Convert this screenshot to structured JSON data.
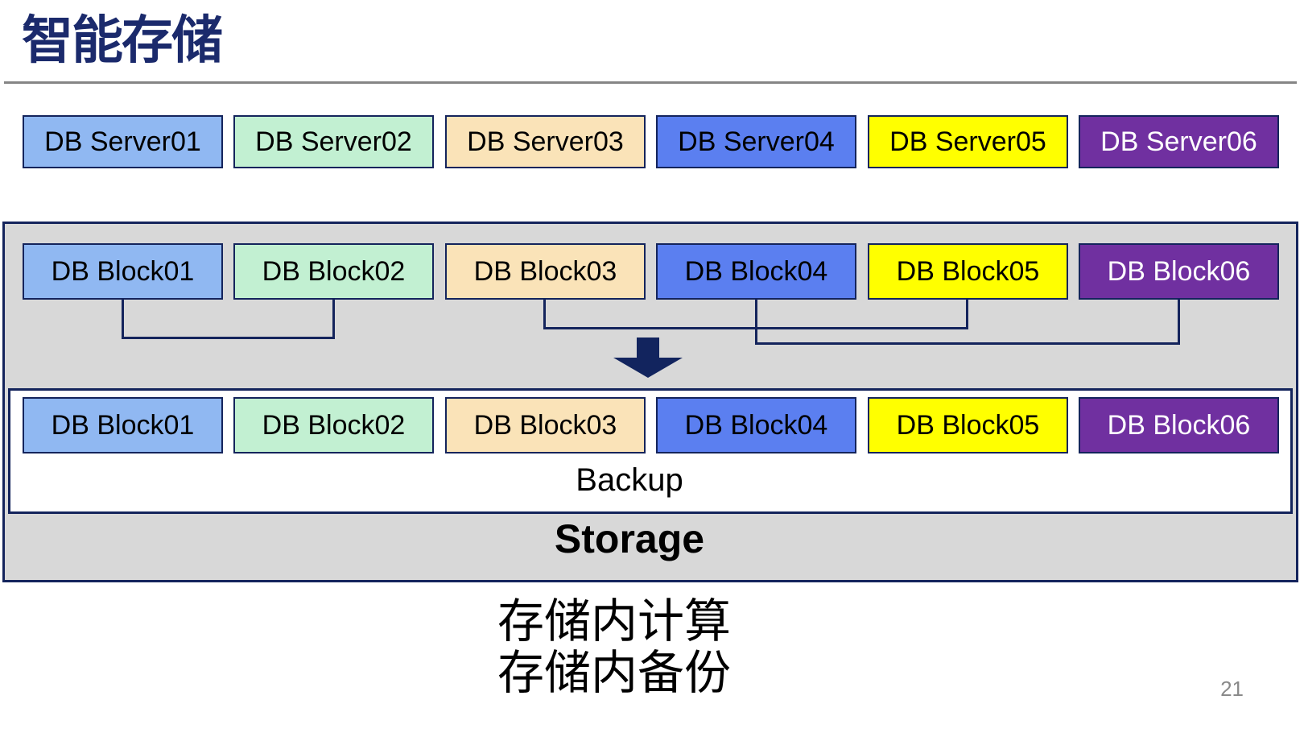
{
  "title": {
    "text": "智能存储"
  },
  "servers": [
    {
      "label": "DB Server01",
      "fill": "#90B8F2",
      "text_color": "#000000"
    },
    {
      "label": "DB Server02",
      "fill": "#C2F0D2",
      "text_color": "#000000"
    },
    {
      "label": "DB Server03",
      "fill": "#FAE3B8",
      "text_color": "#000000"
    },
    {
      "label": "DB Server04",
      "fill": "#5B7FF0",
      "text_color": "#000000"
    },
    {
      "label": "DB Server05",
      "fill": "#FFFF00",
      "text_color": "#000000"
    },
    {
      "label": "DB Server06",
      "fill": "#7030A0",
      "text_color": "#FFFFFF"
    }
  ],
  "storage_unit": {
    "blocks_top": [
      {
        "label": "DB Block01",
        "fill": "#90B8F2",
        "text_color": "#000000"
      },
      {
        "label": "DB Block02",
        "fill": "#C2F0D2",
        "text_color": "#000000"
      },
      {
        "label": "DB Block03",
        "fill": "#FAE3B8",
        "text_color": "#000000"
      },
      {
        "label": "DB Block04",
        "fill": "#5B7FF0",
        "text_color": "#000000"
      },
      {
        "label": "DB Block05",
        "fill": "#FFFF00",
        "text_color": "#000000"
      },
      {
        "label": "DB Block06",
        "fill": "#7030A0",
        "text_color": "#FFFFFF"
      }
    ],
    "blocks_bottom": [
      {
        "label": "DB Block01",
        "fill": "#90B8F2",
        "text_color": "#000000"
      },
      {
        "label": "DB Block02",
        "fill": "#C2F0D2",
        "text_color": "#000000"
      },
      {
        "label": "DB Block03",
        "fill": "#FAE3B8",
        "text_color": "#000000"
      },
      {
        "label": "DB Block04",
        "fill": "#5B7FF0",
        "text_color": "#000000"
      },
      {
        "label": "DB Block05",
        "fill": "#FFFF00",
        "text_color": "#000000"
      },
      {
        "label": "DB Block06",
        "fill": "#7030A0",
        "text_color": "#FFFFFF"
      }
    ],
    "backup_label": "Backup",
    "storage_label": "Storage"
  },
  "captions": {
    "line1": "存储内计算",
    "line2": "存储内备份"
  },
  "page_number": "21",
  "colors": {
    "navy_border": "#14245C",
    "title_navy": "#1B2A6C",
    "arrow_navy": "#12245E",
    "container_gray": "#D8D8D8",
    "divider_gray": "#858585",
    "page_number_gray": "#8A8A8A"
  }
}
